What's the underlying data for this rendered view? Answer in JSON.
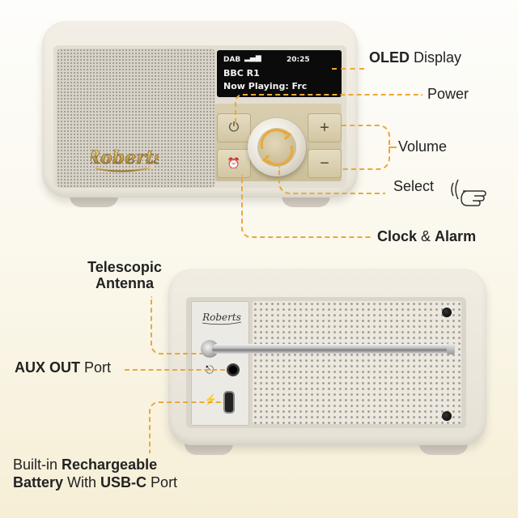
{
  "front": {
    "brand": "Roberts",
    "screen": {
      "line1_left": "DAB",
      "line1_right": "20:25",
      "line2": "BBC R1",
      "line3": "Now Playing: Frc"
    },
    "buttons": {
      "power_glyph": "⏻",
      "plus_glyph": "+",
      "minus_glyph": "−",
      "alarm_glyph": "⏰"
    }
  },
  "back": {
    "brand": "Roberts",
    "usb_glyph": "⚡",
    "headphone_glyph": "🎧"
  },
  "callouts": {
    "oled": {
      "bold": "OLED",
      "rest": " Display"
    },
    "power": "Power",
    "volume": "Volume",
    "select": "Select",
    "clock": {
      "bold1": "Clock",
      "mid": " & ",
      "bold2": "Alarm"
    },
    "antenna": {
      "line1": "Telescopic",
      "line2": "Antenna"
    },
    "aux": {
      "bold": "AUX OUT",
      "rest": " Port"
    },
    "battery": {
      "line1_plain": "Built-in ",
      "line1_bold": "Rechargeable",
      "line2_bold1": "Battery",
      "line2_plain": " With ",
      "line2_bold2": "USB-C",
      "line2_rest": " Port"
    }
  },
  "colors": {
    "accent": "#e8a93a",
    "body": "#ebe6da",
    "gold": "#cfc29c"
  }
}
